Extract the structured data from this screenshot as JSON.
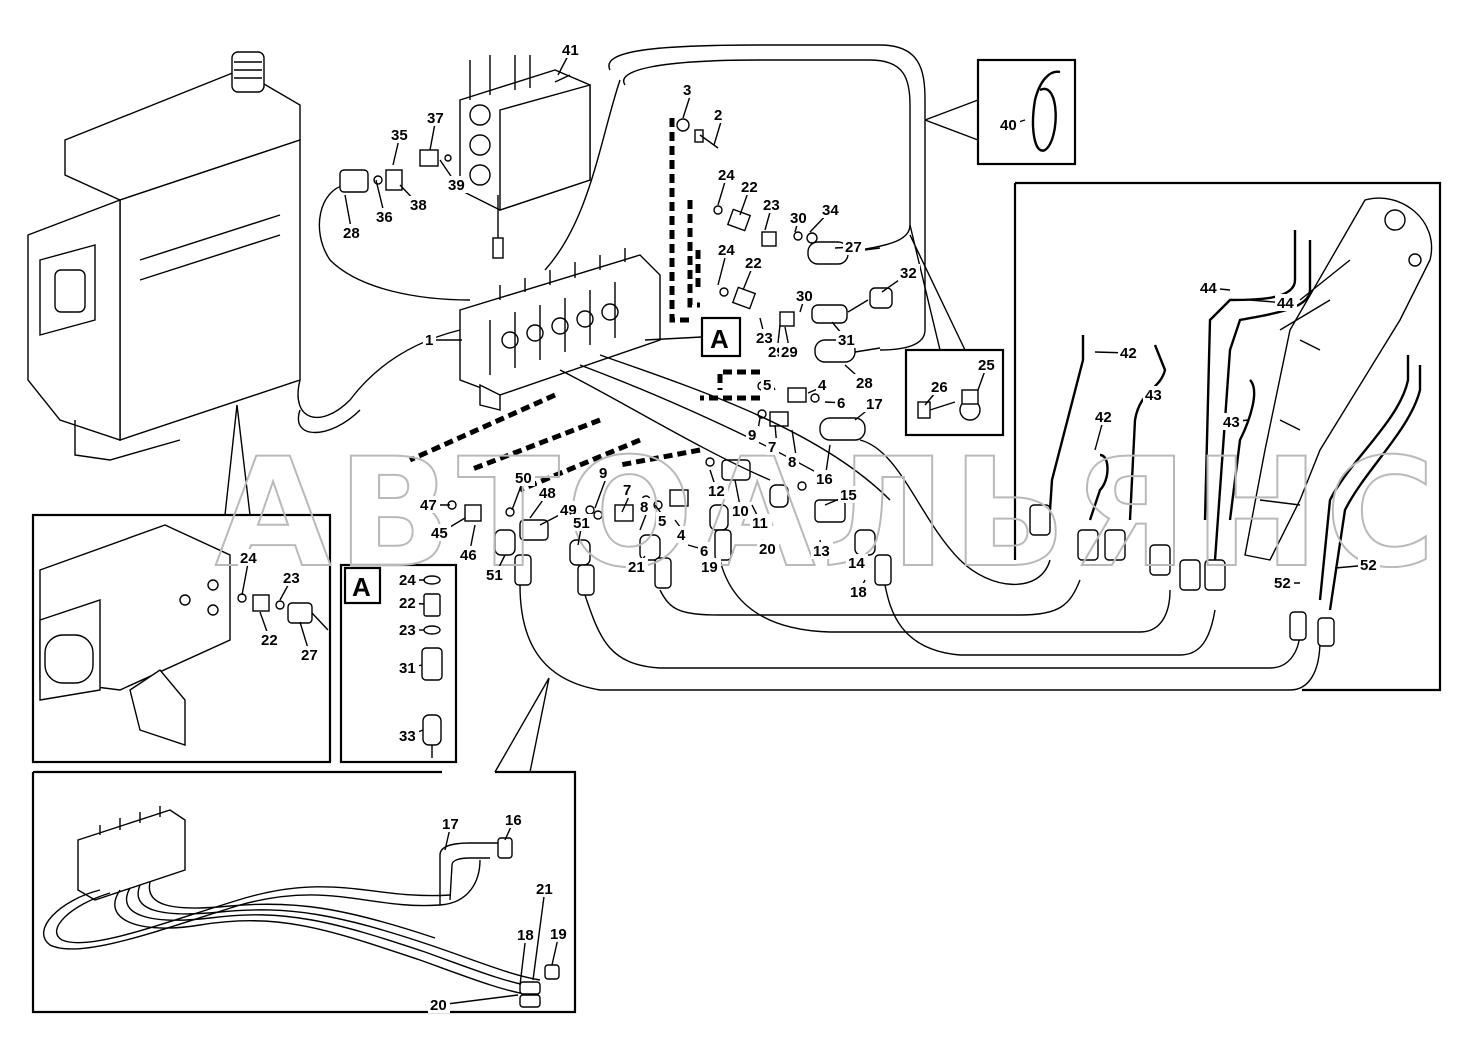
{
  "watermark": "АВТОАЛЬЯНС",
  "reference_letter": "A",
  "callouts": {
    "main": [
      "41",
      "3",
      "2",
      "35",
      "37",
      "36",
      "38",
      "39",
      "28",
      "24",
      "22",
      "23",
      "30",
      "34",
      "27",
      "24",
      "22",
      "29",
      "32",
      "1",
      "30",
      "23",
      "29",
      "31",
      "28",
      "5",
      "4",
      "6",
      "17",
      "9",
      "7",
      "8",
      "16",
      "12",
      "10",
      "11",
      "15",
      "50",
      "48",
      "9",
      "7",
      "8",
      "5",
      "4",
      "6",
      "47",
      "45",
      "46",
      "49",
      "51",
      "51",
      "21",
      "19",
      "20",
      "13",
      "14",
      "18"
    ],
    "panel_40": [
      "40"
    ],
    "panel_25_26": [
      "25",
      "26"
    ],
    "panel_right": [
      "44",
      "44",
      "42",
      "43",
      "42",
      "43",
      "52",
      "52"
    ],
    "panel_tank_detail": [
      "24",
      "23",
      "22",
      "27"
    ],
    "panel_A": [
      "24",
      "22",
      "23",
      "31",
      "33"
    ],
    "panel_bottom": [
      "17",
      "16",
      "21",
      "18",
      "19",
      "20"
    ]
  }
}
